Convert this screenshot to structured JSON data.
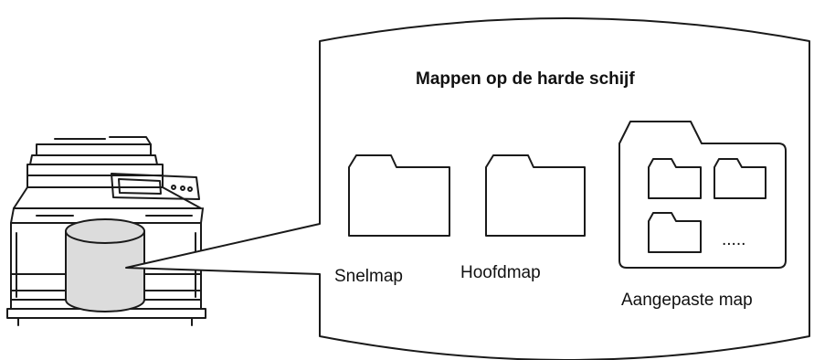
{
  "diagram": {
    "title": "Mappen op de harde schijf",
    "labels": {
      "quick_folder": "Snelmap",
      "main_folder": "Hoofdmap",
      "custom_folder": "Aangepaste map",
      "more": "....."
    },
    "colors": {
      "stroke": "#1a1a1a",
      "disk_fill": "#dcdcdc",
      "background": "#ffffff"
    }
  }
}
